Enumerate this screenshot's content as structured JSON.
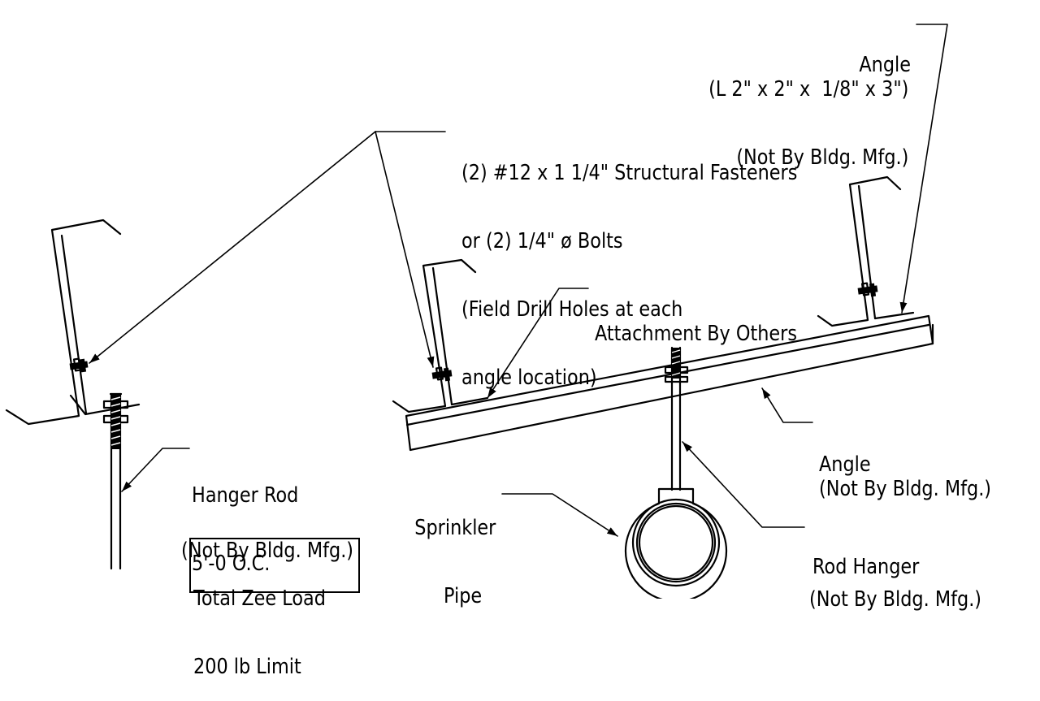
{
  "labels": {
    "angle_top": [
      "Angle",
      "(L 2\" x 2\" x  1/8\" x 3\")",
      "(Not By Bldg. Mfg.)"
    ],
    "fasteners": [
      "(2) #12 x 1 1/4\" Structural Fasteners",
      "or (2) 1/4\" ø Bolts",
      "(Field Drill Holes at each",
      "angle location)"
    ],
    "attachment": "Attachment By Others",
    "angle_right": [
      "Angle",
      "(Not By Bldg. Mfg.)"
    ],
    "hanger_rod": [
      "Hanger Rod",
      "5'-0 O.C.",
      "(Not By Bldg. Mfg.)"
    ],
    "sprinkler_pipe": [
      "Sprinkler",
      "Pipe"
    ],
    "rod_hanger": [
      "Rod Hanger",
      "(Not By Bldg. Mfg.)"
    ],
    "load_limit": [
      "Total Zee Load",
      "200 lb Limit"
    ]
  }
}
